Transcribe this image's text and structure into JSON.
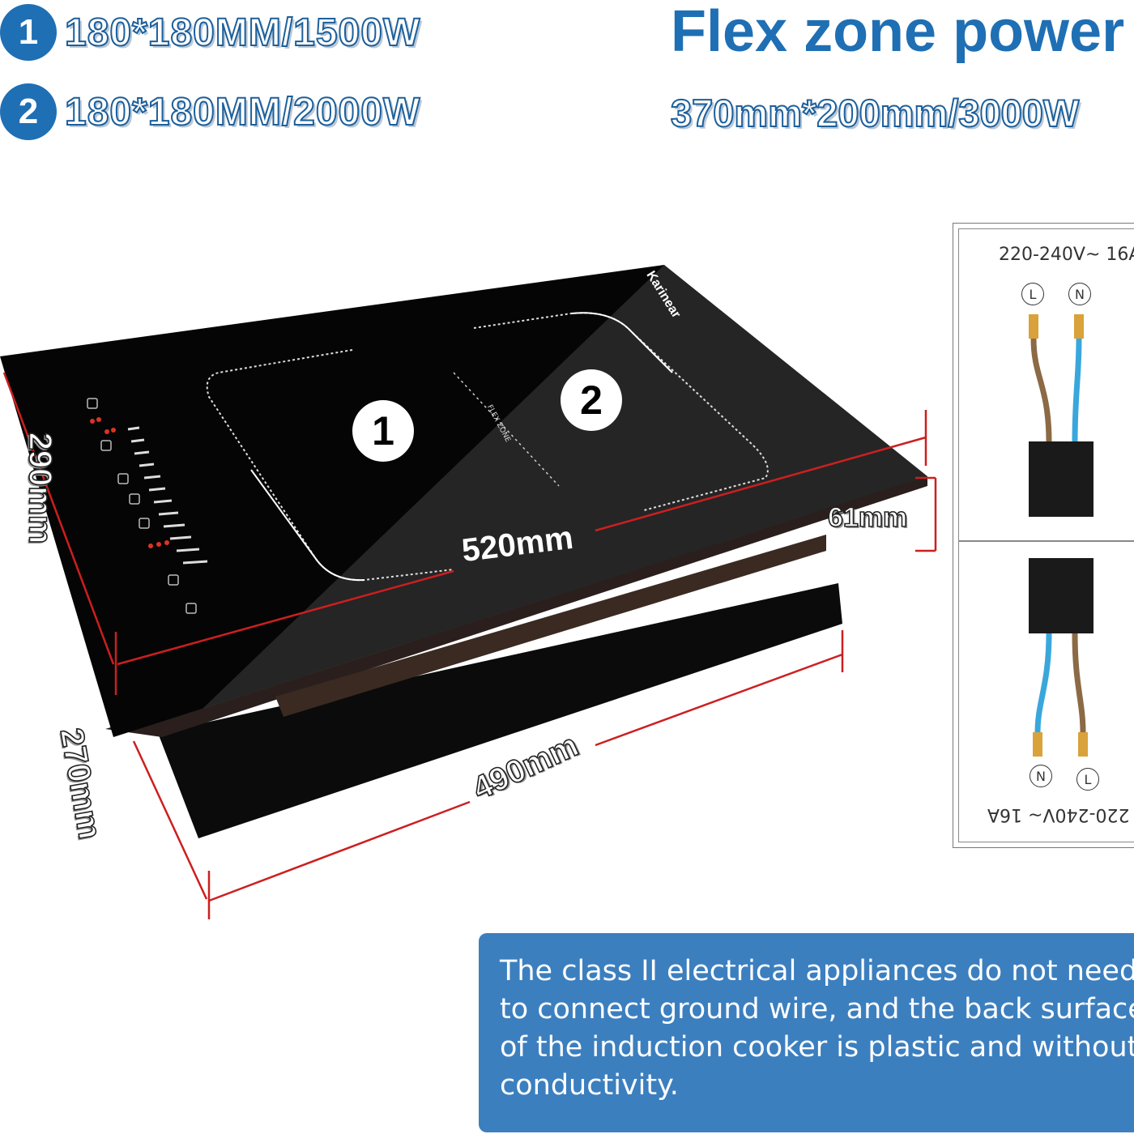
{
  "specs": [
    {
      "badge": "1",
      "text": "180*180MM/1500W"
    },
    {
      "badge": "2",
      "text": "180*180MM/2000W"
    }
  ],
  "flex_zone": {
    "title": "Flex zone power",
    "dims": "370mm*200mm/3000W"
  },
  "cooktop": {
    "brand": "Karinear",
    "flex_label": "FLEX ZONE",
    "zone_labels": [
      "1",
      "2"
    ],
    "dimensions": {
      "depth_top": "290mm",
      "depth_cutout": "270mm",
      "width_top": "520mm",
      "width_cutout": "490mm",
      "height": "61mm"
    }
  },
  "wiring": {
    "voltage": "220-240V~ 16A",
    "terminals_top": [
      "L",
      "N"
    ],
    "terminals_bottom": [
      "N",
      "L"
    ],
    "colors": {
      "brown": "#8b6a45",
      "blue": "#3aa7dc",
      "tip": "#d9a23a",
      "block": "#1a1a1a"
    }
  },
  "note": {
    "text": "The class II electrical appliances do not need\nto connect ground wire, and the back surface\nof the induction cooker is plastic and without\nconductivity."
  },
  "colors": {
    "accent_blue": "#1f6fb4",
    "note_bg": "#3c7fbf",
    "dimension_line": "#cc1f1f"
  }
}
